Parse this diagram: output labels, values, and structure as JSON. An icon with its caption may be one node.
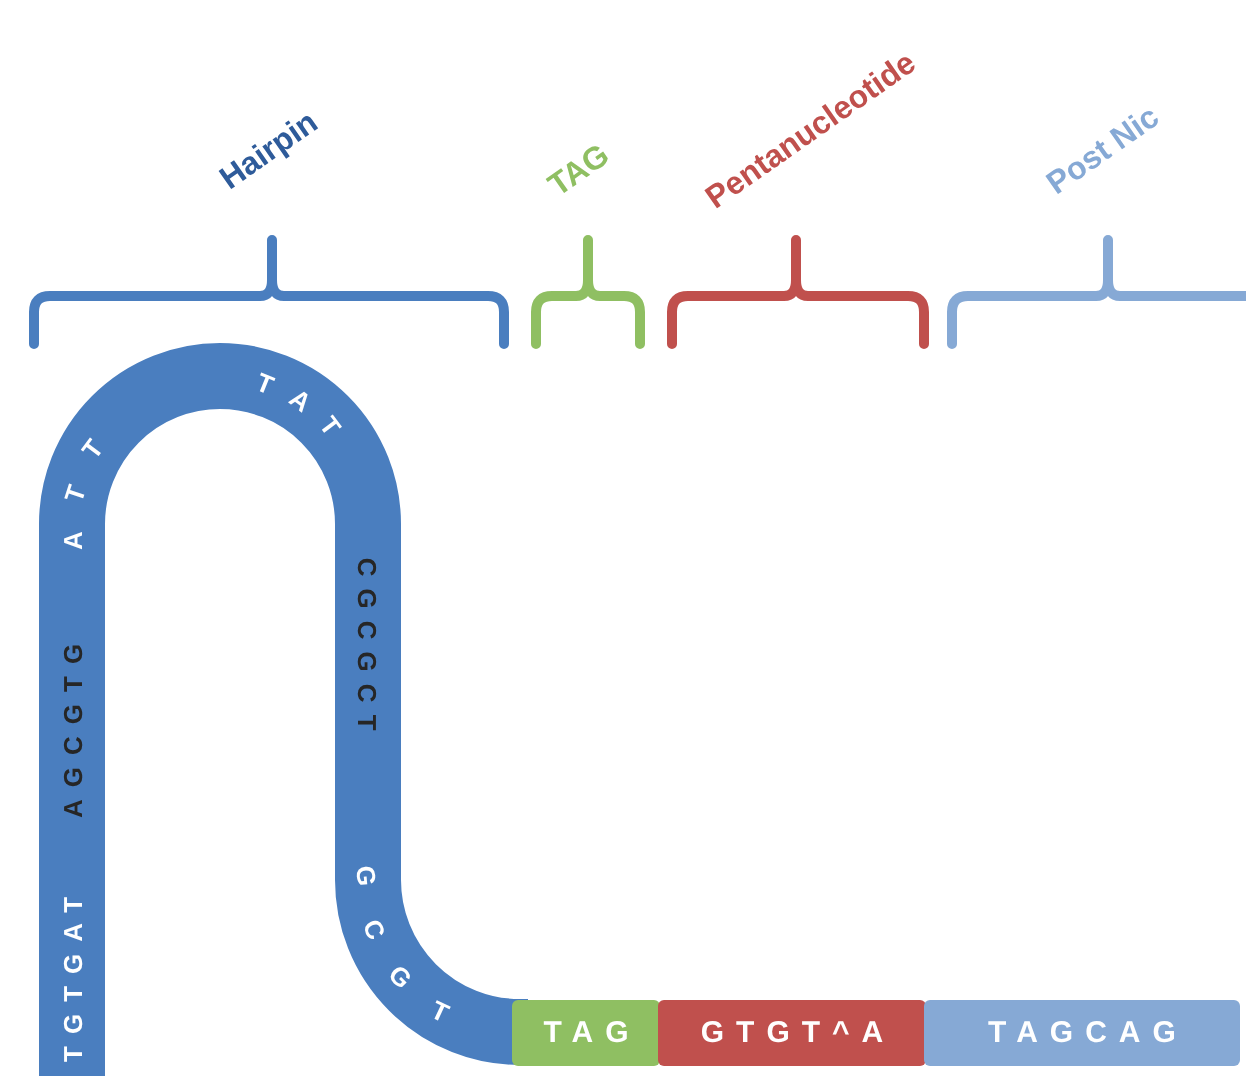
{
  "diagram": {
    "nodes": [
      {
        "text": [
          "TGTGAT",
          "AGCGTG",
          "ATT",
          "TAT",
          "CGCGCT",
          "GCGT"
        ]
      },
      {
        "text": [
          "TAG"
        ]
      },
      {
        "text": [
          "GTGT^A"
        ]
      },
      {
        "text": [
          "TAGCAG"
        ]
      }
    ],
    "labels": [
      "Hairpin",
      "TAG",
      "Pentanucleotide",
      "Post Nic"
    ]
  }
}
